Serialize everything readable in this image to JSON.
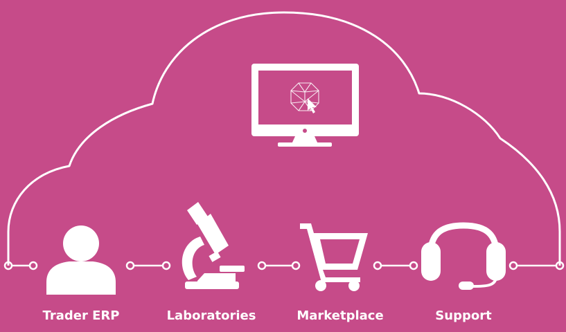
{
  "colors": {
    "background": "#c64b89",
    "foreground": "#ffffff"
  },
  "center": {
    "icon": "monitor-icon",
    "screen_icon": "gem-cursor-icon"
  },
  "nodes": [
    {
      "label": "Trader ERP",
      "icon": "user-icon"
    },
    {
      "label": "Laboratories",
      "icon": "microscope-icon"
    },
    {
      "label": "Marketplace",
      "icon": "shopping-cart-icon"
    },
    {
      "label": "Support",
      "icon": "headset-icon"
    }
  ]
}
